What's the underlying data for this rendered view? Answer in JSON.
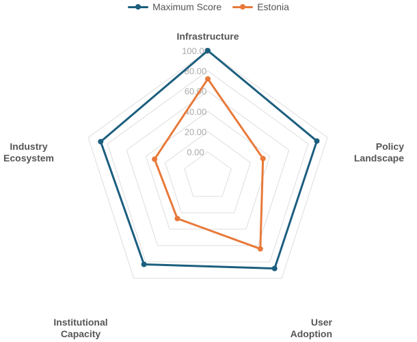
{
  "chart_data": {
    "type": "radar",
    "axes": [
      "Infrastructure",
      "Policy Landscape",
      "User Adoption",
      "Institutional Capacity",
      "Industry Ecosystem"
    ],
    "axis_label_lines": [
      [
        "Infrastructure"
      ],
      [
        "Policy",
        "Landscape"
      ],
      [
        "User",
        "Adoption"
      ],
      [
        "Institutional",
        "Capacity"
      ],
      [
        "Industry",
        "Ecosystem"
      ]
    ],
    "ticks": [
      "0.00",
      "20.00",
      "40.00",
      "60.00",
      "80.00",
      "100.00"
    ],
    "range": [
      0,
      100
    ],
    "series": [
      {
        "name": "Maximum Score",
        "color": "#1b5e7e",
        "values": [
          100,
          89,
          88,
          83,
          87
        ]
      },
      {
        "name": "Estonia",
        "color": "#e8793a",
        "values": [
          72,
          33,
          64,
          27,
          31
        ]
      }
    ],
    "legend_position": "top",
    "grid": true,
    "grid_color": "#dddddd"
  }
}
